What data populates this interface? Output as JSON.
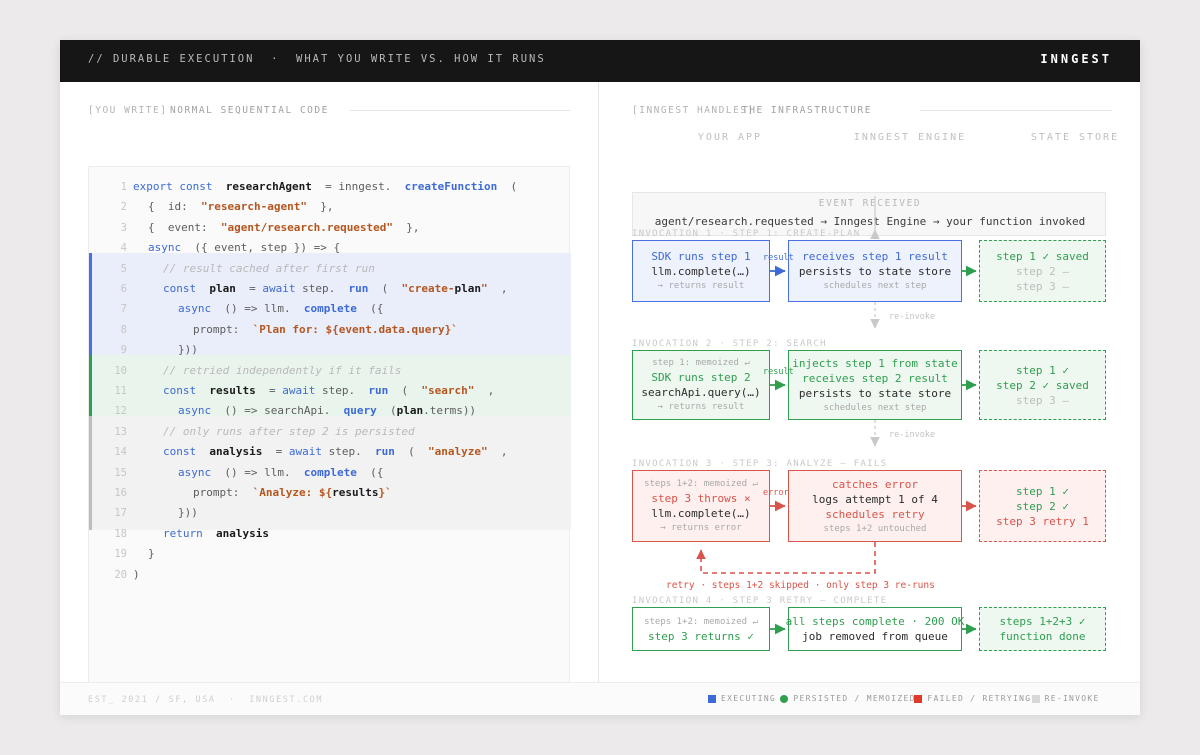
{
  "header": {
    "title": "// DURABLE EXECUTION  ·  WHAT YOU WRITE VS. HOW IT RUNS",
    "logo": "INNGEST"
  },
  "left": {
    "section_tag": "[YOU WRITE]",
    "section_label": "NORMAL SEQUENTIAL CODE",
    "code_lines": [
      {
        "n": "1",
        "t": "export const  researchAgent  = inngest.  createFunction  ("
      },
      {
        "n": "2",
        "t": "{  id:  \"research-agent\"  },"
      },
      {
        "n": "3",
        "t": "{  event:  \"agent/research.requested\"  },"
      },
      {
        "n": "4",
        "t": "async  ({ event, step }) => {"
      },
      {
        "n": "5",
        "t": "// result cached after first run"
      },
      {
        "n": "6",
        "t": "const  plan  = await step.  run  (  \"create-plan\"  ,"
      },
      {
        "n": "7",
        "t": "async  () => llm.  complete  ({"
      },
      {
        "n": "8",
        "t": "prompt:  `Plan for: ${event.data.query}`"
      },
      {
        "n": "9",
        "t": "}))"
      },
      {
        "n": "10",
        "t": "// retried independently if it fails"
      },
      {
        "n": "11",
        "t": "const  results  = await step.  run  (  \"search\"  ,"
      },
      {
        "n": "12",
        "t": "async  () => searchApi.  query  (plan.terms))"
      },
      {
        "n": "13",
        "t": "// only runs after step 2 is persisted"
      },
      {
        "n": "14",
        "t": "const  analysis  = await step.  run  (  \"analyze\"  ,"
      },
      {
        "n": "15",
        "t": "async  () => llm.  complete  ({"
      },
      {
        "n": "16",
        "t": "prompt:  `Analyze: ${results}`"
      },
      {
        "n": "17",
        "t": "}))"
      },
      {
        "n": "18",
        "t": "return  analysis"
      },
      {
        "n": "19",
        "t": "}"
      },
      {
        "n": "20",
        "t": ")"
      }
    ]
  },
  "right": {
    "section_tag": "[INNGEST HANDLES]",
    "section_label": "THE INFRASTRUCTURE",
    "columns": [
      "YOUR APP",
      "INNGEST ENGINE",
      "STATE STORE"
    ],
    "event": {
      "title": "EVENT RECEIVED",
      "subtitle": "agent/research.requested → Inngest Engine → your function invoked"
    },
    "invocations": [
      {
        "label": "INVOCATION 1 · STEP 1: CREATE-PLAN",
        "arrow_label": "result",
        "reinvoke_label": "re-invoke",
        "app": {
          "lines": [
            {
              "t": "SDK runs step 1",
              "c": "t-blue"
            },
            {
              "t": "llm.complete(…)",
              "c": "t-dark"
            },
            {
              "t": "→ returns result",
              "c": "t-mute",
              "sm": true
            }
          ]
        },
        "engine": {
          "lines": [
            {
              "t": "receives step 1 result",
              "c": "t-blue"
            },
            {
              "t": "persists to state store",
              "c": "t-dark"
            },
            {
              "t": "schedules next step",
              "c": "t-mute",
              "sm": true
            }
          ]
        },
        "store": {
          "lines": [
            {
              "t": "step 1 ✓ saved",
              "c": "t-green"
            },
            {
              "t": "step 2 –",
              "c": "t-mute2"
            },
            {
              "t": "step 3 –",
              "c": "t-mute2"
            }
          ]
        }
      },
      {
        "label": "INVOCATION 2 · STEP 2: SEARCH",
        "arrow_label": "result",
        "reinvoke_label": "re-invoke",
        "app": {
          "lines": [
            {
              "t": "step 1: memoized ↵",
              "c": "t-mute",
              "sm": true
            },
            {
              "t": "SDK runs step 2",
              "c": "t-green"
            },
            {
              "t": "searchApi.query(…)",
              "c": "t-dark"
            },
            {
              "t": "→ returns result",
              "c": "t-mute",
              "sm": true
            }
          ]
        },
        "engine": {
          "lines": [
            {
              "t": "injects step 1 from state",
              "c": "t-green"
            },
            {
              "t": "receives step 2 result",
              "c": "t-green"
            },
            {
              "t": "persists to state store",
              "c": "t-dark"
            },
            {
              "t": "schedules next step",
              "c": "t-mute",
              "sm": true
            }
          ]
        },
        "store": {
          "lines": [
            {
              "t": "step 1 ✓",
              "c": "t-green"
            },
            {
              "t": "step 2 ✓ saved",
              "c": "t-green"
            },
            {
              "t": "step 3 –",
              "c": "t-mute2"
            }
          ]
        }
      },
      {
        "label": "INVOCATION 3 · STEP 3: ANALYZE — FAILS",
        "arrow_label": "error",
        "reinvoke_label": "",
        "app": {
          "lines": [
            {
              "t": "steps 1+2: memoized ↵",
              "c": "t-mute",
              "sm": true
            },
            {
              "t": "step 3 throws ×",
              "c": "t-red"
            },
            {
              "t": "llm.complete(…)",
              "c": "t-dark"
            },
            {
              "t": "→ returns error",
              "c": "t-mute",
              "sm": true
            }
          ]
        },
        "engine": {
          "lines": [
            {
              "t": "catches error",
              "c": "t-red"
            },
            {
              "t": "logs attempt 1 of 4",
              "c": "t-dark"
            },
            {
              "t": "schedules retry",
              "c": "t-red"
            },
            {
              "t": "steps 1+2 untouched",
              "c": "t-mute",
              "sm": true
            }
          ]
        },
        "store": {
          "lines": [
            {
              "t": "step 1 ✓",
              "c": "t-green"
            },
            {
              "t": "step 2 ✓",
              "c": "t-green"
            },
            {
              "t": "step 3 retry 1",
              "c": "t-red"
            }
          ]
        }
      },
      {
        "label": "INVOCATION 4 · STEP 3 RETRY — COMPLETE",
        "arrow_label": "",
        "reinvoke_label": "",
        "app": {
          "lines": [
            {
              "t": "steps 1+2: memoized ↵",
              "c": "t-mute",
              "sm": true
            },
            {
              "t": "step 3 returns ✓",
              "c": "t-green"
            }
          ]
        },
        "engine": {
          "lines": [
            {
              "t": "all steps complete · 200 OK",
              "c": "t-green"
            },
            {
              "t": "job removed from queue",
              "c": "t-dark"
            }
          ]
        },
        "store": {
          "lines": [
            {
              "t": "steps 1+2+3 ✓",
              "c": "t-green"
            },
            {
              "t": "function done",
              "c": "t-green"
            }
          ]
        }
      }
    ],
    "retry_note": "retry · steps 1+2 skipped · only step 3 re-runs"
  },
  "footer": {
    "left": "EST_ 2021 / SF, USA  ·  INNGEST.COM",
    "legend": [
      {
        "label": "EXECUTING",
        "color": "#3d6ad6",
        "shape": "square"
      },
      {
        "label": "PERSISTED / MEMOIZED",
        "color": "#2f9e4f",
        "shape": "dot"
      },
      {
        "label": "FAILED / RETRYING",
        "color": "#e0392c",
        "shape": "square"
      },
      {
        "label": "RE-INVOKE",
        "color": "#d8d8d8",
        "shape": "square"
      }
    ]
  }
}
